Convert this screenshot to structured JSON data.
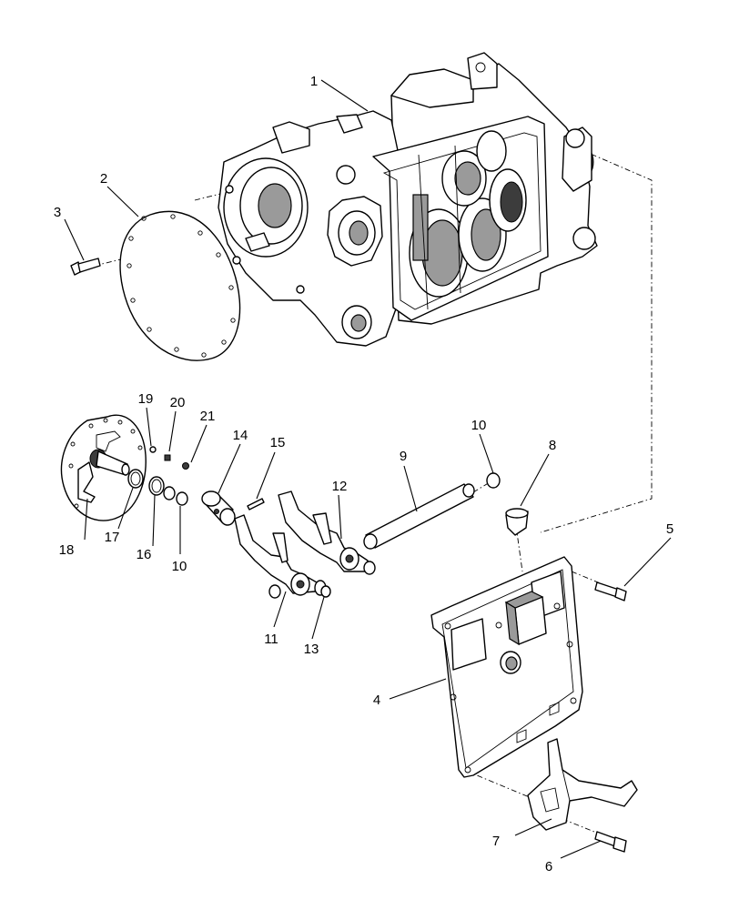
{
  "callouts": [
    "1",
    "2",
    "3",
    "4",
    "5",
    "6",
    "7",
    "8",
    "9",
    "10",
    "10",
    "11",
    "12",
    "13",
    "14",
    "15",
    "16",
    "17",
    "18",
    "19",
    "20",
    "21"
  ]
}
